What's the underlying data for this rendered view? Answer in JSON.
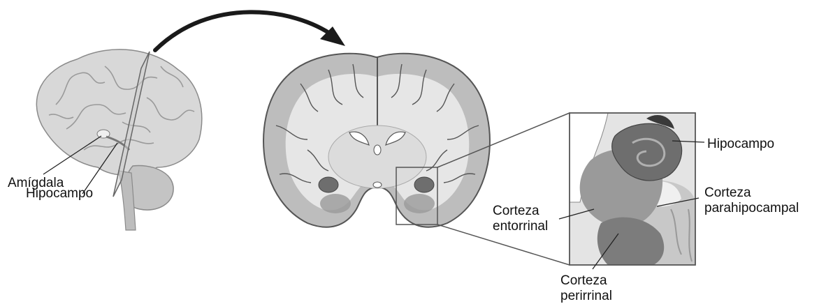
{
  "labels": {
    "amygdala": "Amígdala",
    "hippocampus_left": "Hipocampo",
    "hippocampus_right": "Hipocampo",
    "parahippocampal_line1": "Corteza",
    "parahippocampal_line2": "parahipocampal",
    "entorhinal_line1": "Corteza",
    "entorhinal_line2": "entorrinal",
    "perirhinal_line1": "Corteza",
    "perirhinal_line2": "perirrinal"
  },
  "colors": {
    "background": "#ffffff",
    "white_matter": "#e6e6e6",
    "gray_matter": "#bdbdbd",
    "hippocampus": "#6e6e6e",
    "entorhinal": "#9a9a9a",
    "perirhinal": "#7c7c7c",
    "parahippocampal": "#c8c8c8",
    "outline": "#555555",
    "arrow": "#1a1a1a"
  }
}
